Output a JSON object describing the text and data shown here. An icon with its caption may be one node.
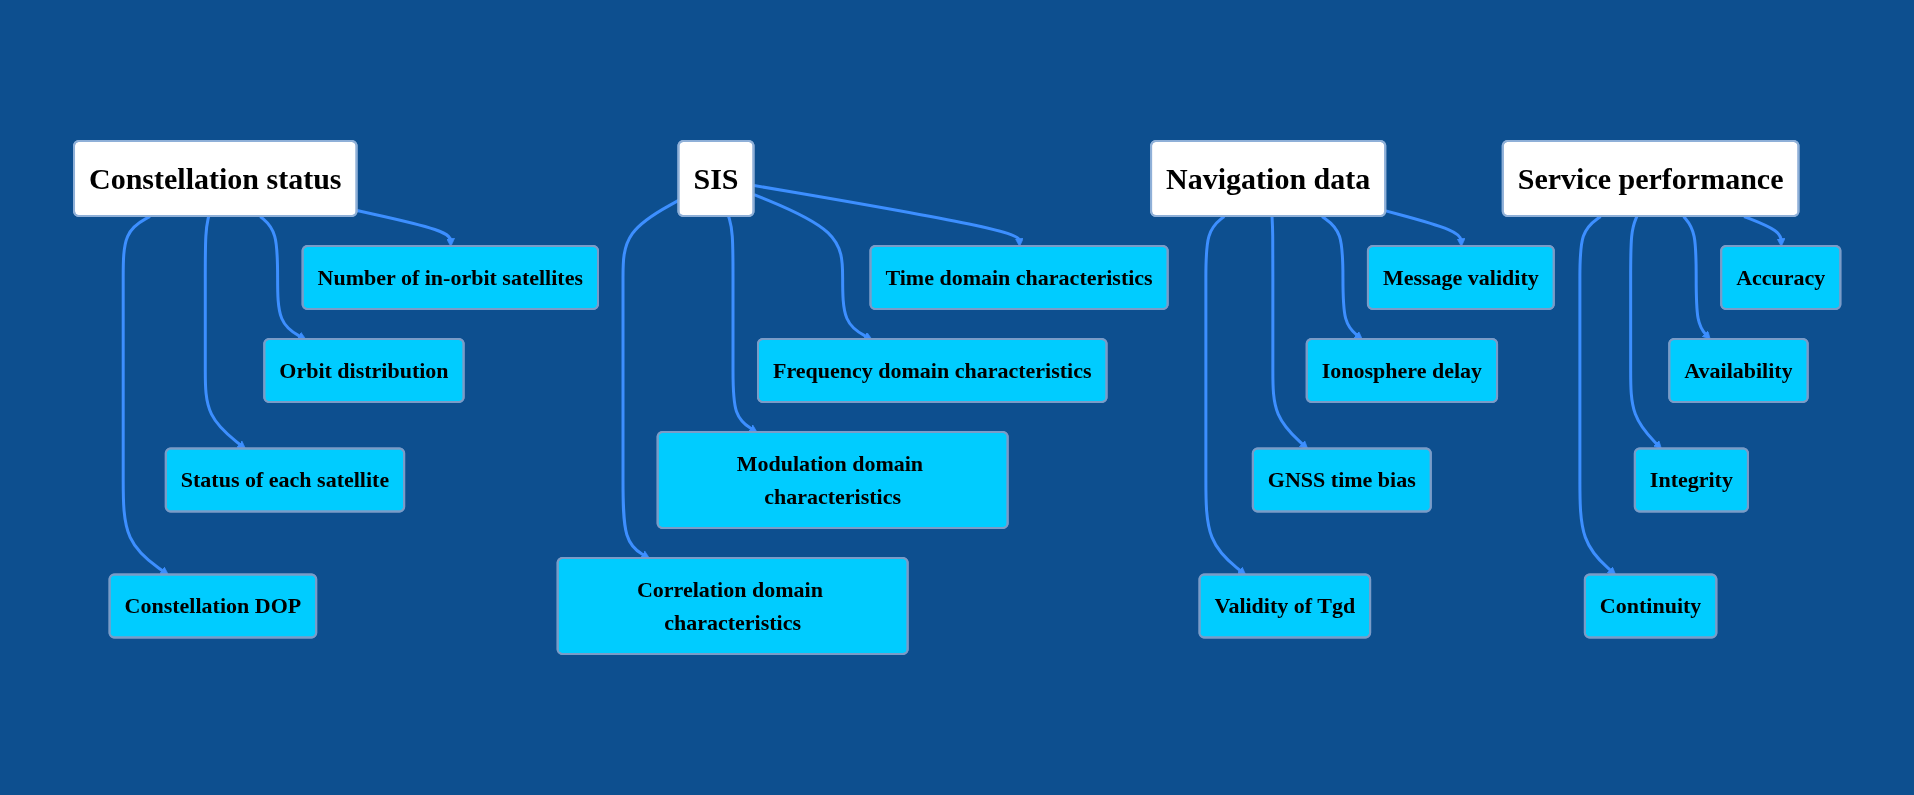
{
  "diagram": {
    "nodes": [
      {
        "text": [
          "Constellation status"
        ]
      },
      {
        "text": [
          "Number of in-orbit satellites"
        ]
      },
      {
        "text": [
          "Orbit distribution"
        ]
      },
      {
        "text": [
          "Status of each satellite"
        ]
      },
      {
        "text": [
          "Constellation DOP"
        ]
      },
      {
        "text": [
          "SIS"
        ]
      },
      {
        "text": [
          "Time domain characteristics"
        ]
      },
      {
        "text": [
          "Frequency domain characteristics"
        ]
      },
      {
        "text": [
          "Modulation domain characteristics"
        ]
      },
      {
        "text": [
          "Correlation domain characteristics"
        ]
      },
      {
        "text": [
          "Navigation data"
        ]
      },
      {
        "text": [
          "Message validity"
        ]
      },
      {
        "text": [
          "Ionosphere delay"
        ]
      },
      {
        "text": [
          "GNSS time bias"
        ]
      },
      {
        "text": [
          "Validity of Tgd"
        ]
      },
      {
        "text": [
          "Service performance"
        ]
      },
      {
        "text": [
          "Accuracy"
        ]
      },
      {
        "text": [
          "Availability"
        ]
      },
      {
        "text": [
          "Integrity"
        ]
      },
      {
        "text": [
          "Continuity"
        ]
      }
    ],
    "edges": [
      {
        "from": 0,
        "to": 1,
        "arrow": "to"
      },
      {
        "from": 0,
        "to": 2,
        "arrow": "to"
      },
      {
        "from": 0,
        "to": 3,
        "arrow": "to"
      },
      {
        "from": 0,
        "to": 4,
        "arrow": "to"
      },
      {
        "from": 5,
        "to": 6,
        "arrow": "to"
      },
      {
        "from": 5,
        "to": 7,
        "arrow": "to"
      },
      {
        "from": 5,
        "to": 8,
        "arrow": "to"
      },
      {
        "from": 5,
        "to": 9,
        "arrow": "to"
      },
      {
        "from": 10,
        "to": 11,
        "arrow": "to"
      },
      {
        "from": 10,
        "to": 12,
        "arrow": "to"
      },
      {
        "from": 10,
        "to": 13,
        "arrow": "to"
      },
      {
        "from": 10,
        "to": 14,
        "arrow": "to"
      },
      {
        "from": 15,
        "to": 16,
        "arrow": "to"
      },
      {
        "from": 15,
        "to": 17,
        "arrow": "to"
      },
      {
        "from": 15,
        "to": 18,
        "arrow": "to"
      },
      {
        "from": 15,
        "to": 19,
        "arrow": "to"
      }
    ]
  }
}
